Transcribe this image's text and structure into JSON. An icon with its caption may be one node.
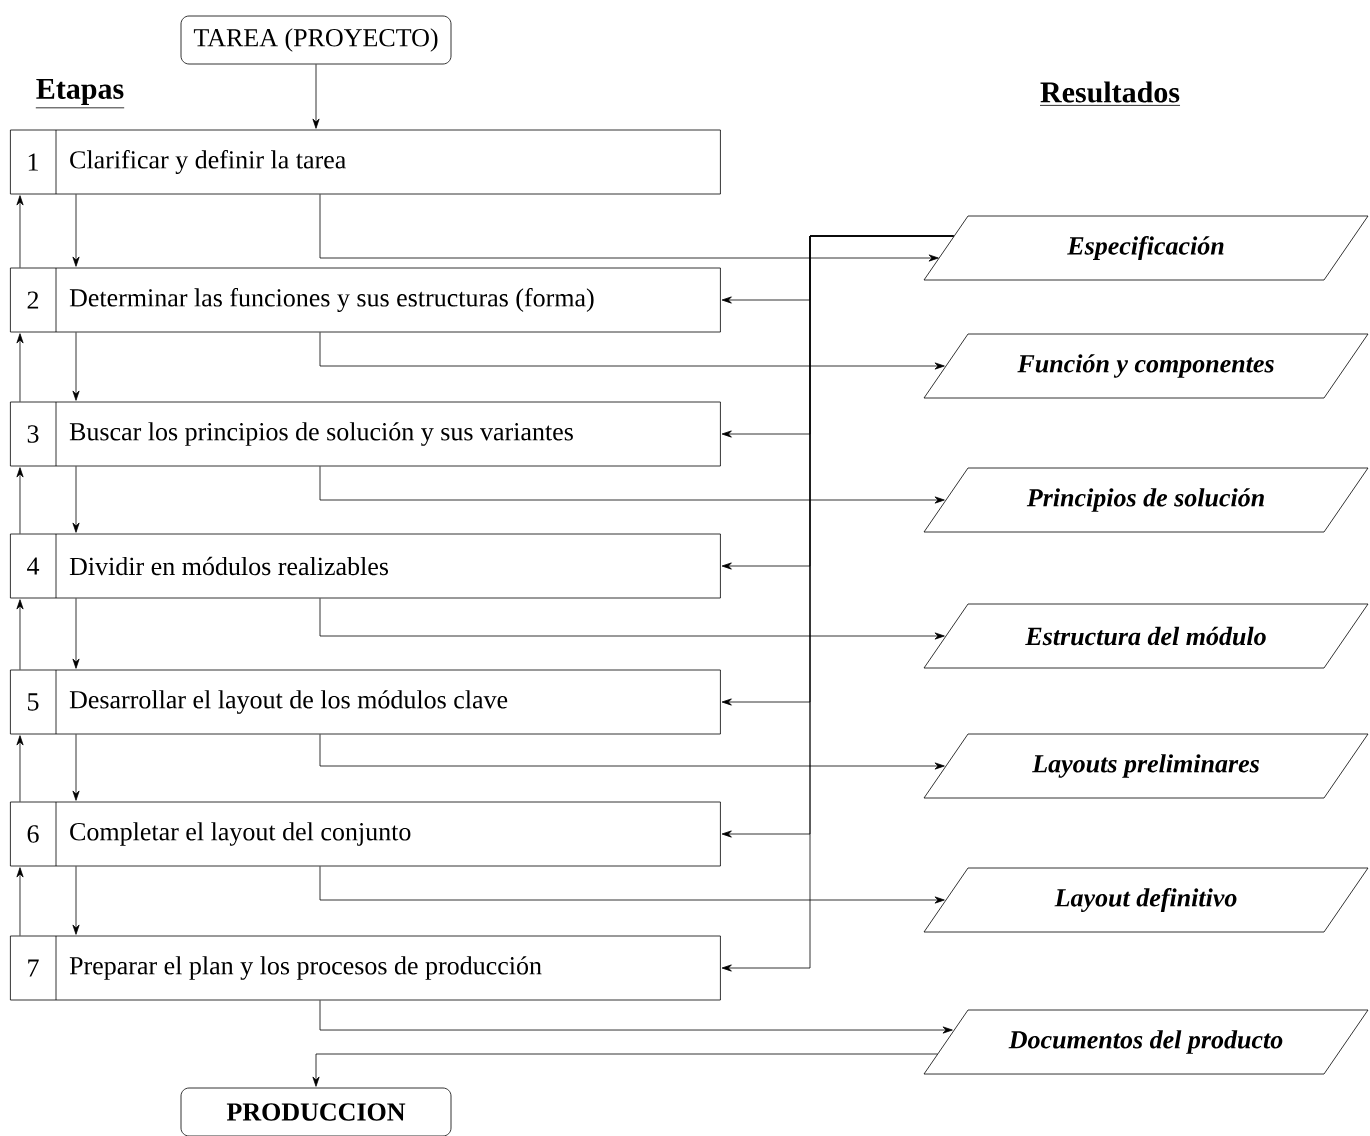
{
  "diagram": {
    "nodes": [
      {
        "text": [
          "TAREA (PROYECTO)"
        ]
      },
      {
        "text": [
          "1",
          "Clarificar y definir la tarea"
        ]
      },
      {
        "text": [
          "2",
          "Determinar las funciones y sus estructuras (forma)"
        ]
      },
      {
        "text": [
          "3",
          "Buscar los principios de solución y sus variantes"
        ]
      },
      {
        "text": [
          "4",
          "Dividir en módulos realizables"
        ]
      },
      {
        "text": [
          "5",
          "Desarrollar el layout de los módulos clave"
        ]
      },
      {
        "text": [
          "6",
          "Completar el  layout del conjunto"
        ]
      },
      {
        "text": [
          "7",
          "Preparar el plan y los procesos de producción"
        ]
      },
      {
        "text": [
          "Especificación"
        ]
      },
      {
        "text": [
          "Función y componentes"
        ]
      },
      {
        "text": [
          "Principios de solución"
        ]
      },
      {
        "text": [
          "Estructura del módulo"
        ]
      },
      {
        "text": [
          "Layouts preliminares"
        ]
      },
      {
        "text": [
          "Layout definitivo"
        ]
      },
      {
        "text": [
          "Documentos del producto"
        ]
      },
      {
        "text": [
          "PRODUCCION"
        ]
      }
    ],
    "edges": [
      {
        "from": 0,
        "to": 1,
        "arrow": "to"
      },
      {
        "from": 1,
        "to": 2,
        "arrow": "to"
      },
      {
        "from": 2,
        "to": 3,
        "arrow": "to"
      },
      {
        "from": 3,
        "to": 4,
        "arrow": "to"
      },
      {
        "from": 4,
        "to": 5,
        "arrow": "to"
      },
      {
        "from": 5,
        "to": 6,
        "arrow": "to"
      },
      {
        "from": 6,
        "to": 7,
        "arrow": "to"
      },
      {
        "from": 2,
        "to": 1,
        "arrow": "to"
      },
      {
        "from": 3,
        "to": 2,
        "arrow": "to"
      },
      {
        "from": 4,
        "to": 3,
        "arrow": "to"
      },
      {
        "from": 5,
        "to": 4,
        "arrow": "to"
      },
      {
        "from": 6,
        "to": 5,
        "arrow": "to"
      },
      {
        "from": 7,
        "to": 6,
        "arrow": "to"
      },
      {
        "from": 1,
        "to": 8,
        "arrow": "to"
      },
      {
        "from": 2,
        "to": 9,
        "arrow": "to"
      },
      {
        "from": 3,
        "to": 10,
        "arrow": "to"
      },
      {
        "from": 4,
        "to": 11,
        "arrow": "to"
      },
      {
        "from": 5,
        "to": 12,
        "arrow": "to"
      },
      {
        "from": 6,
        "to": 13,
        "arrow": "to"
      },
      {
        "from": 7,
        "to": 14,
        "arrow": "to"
      },
      {
        "from": 8,
        "to": 2,
        "arrow": "to"
      },
      {
        "from": 8,
        "to": 3,
        "arrow": "to"
      },
      {
        "from": 8,
        "to": 4,
        "arrow": "to"
      },
      {
        "from": 8,
        "to": 5,
        "arrow": "to"
      },
      {
        "from": 8,
        "to": 6,
        "arrow": "to"
      },
      {
        "from": 8,
        "to": 7,
        "arrow": "to"
      },
      {
        "from": 14,
        "to": 15,
        "arrow": "to"
      }
    ],
    "labels": [
      "Etapas",
      "Resultados"
    ]
  }
}
